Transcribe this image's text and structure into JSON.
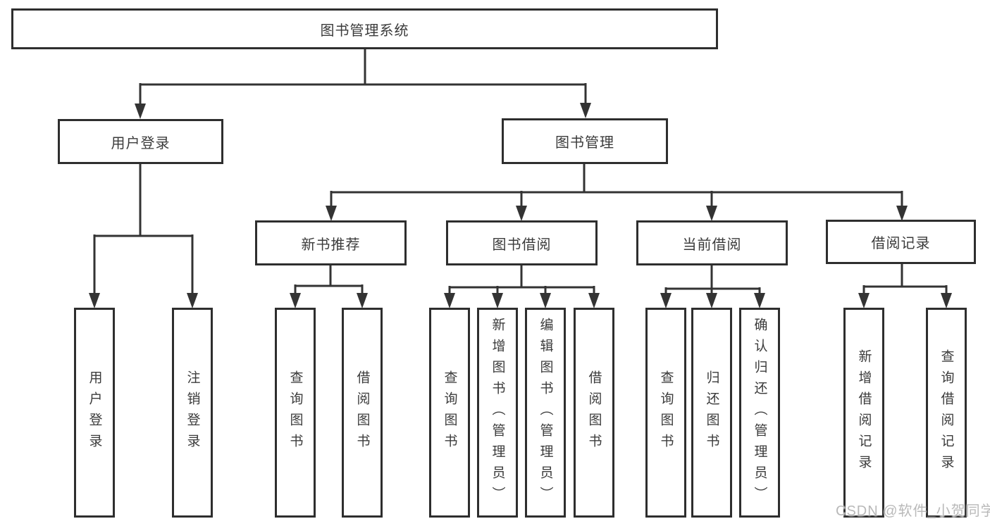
{
  "diagram": {
    "root_label": "图书管理系统",
    "user_login": {
      "label": "用户登录",
      "children": [
        {
          "label": "用户登录"
        },
        {
          "label": "注销登录"
        }
      ]
    },
    "book_mgmt": {
      "label": "图书管理",
      "modules": [
        {
          "label": "新书推荐",
          "children": [
            {
              "label": "查询图书"
            },
            {
              "label": "借阅图书"
            }
          ]
        },
        {
          "label": "图书借阅",
          "children": [
            {
              "label": "查询图书"
            },
            {
              "label": "新增图书（管理员）"
            },
            {
              "label": "编辑图书（管理员）"
            },
            {
              "label": "借阅图书"
            }
          ]
        },
        {
          "label": "当前借阅",
          "children": [
            {
              "label": "查询图书"
            },
            {
              "label": "归还图书"
            },
            {
              "label": "确认归还（管理员）"
            }
          ]
        },
        {
          "label": "借阅记录",
          "children": [
            {
              "label": "新增借阅记录"
            },
            {
              "label": "查询借阅记录"
            }
          ]
        }
      ]
    }
  },
  "watermark": {
    "text": "CSDN @软件_小贺同学"
  },
  "colors": {
    "line": "#333333",
    "box_border": "#2e2e2e",
    "box_fill": "#ffffff",
    "text": "#3b3b3b",
    "watermark": "#b9b9b9"
  }
}
